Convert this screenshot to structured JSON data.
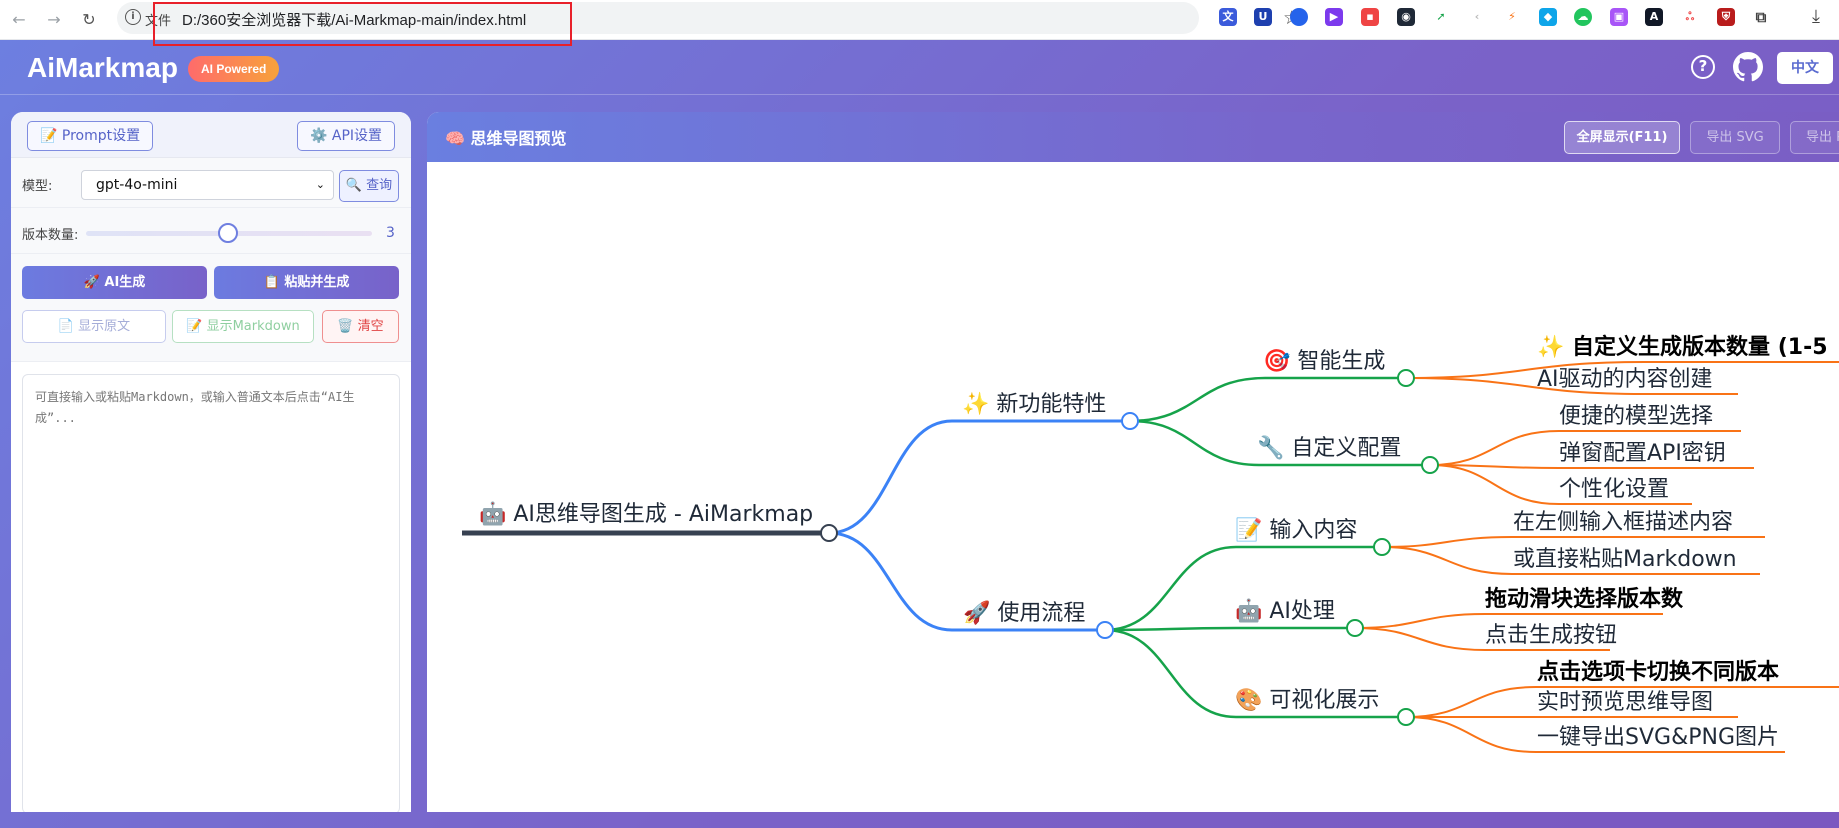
{
  "browser": {
    "nav": {
      "back": "←",
      "forward": "→",
      "reload": "↻"
    },
    "omnibox": {
      "protocol": "文件",
      "url": "D:/360安全浏览器下载/Ai-Markmap-main/index.html"
    },
    "icons": [
      "back-arrow-icon",
      "forward-arrow-icon",
      "reload-icon",
      "info-icon",
      "star-icon",
      "puzzle-icon",
      "download-icon"
    ]
  },
  "header": {
    "logo": "AiMarkmap",
    "badge": "AI Powered",
    "lang_button": "中文",
    "colors": {
      "badge_start": "#ff6b6b",
      "badge_end": "#f7a23a"
    }
  },
  "left_panel": {
    "tabs": {
      "prompt": "📝 Prompt设置",
      "api": "⚙️ API设置"
    },
    "model": {
      "label": "模型:",
      "selected": "gpt-4o-mini",
      "query_button": "🔍 查询"
    },
    "version": {
      "label": "版本数量:",
      "value": "3",
      "max": 5,
      "min": 1
    },
    "buttons": {
      "ai_generate": "🚀 AI生成",
      "paste_generate": "📋 粘贴并生成",
      "show_raw": "📄 显示原文",
      "show_markdown": "📝 显示Markdown",
      "clear": "🗑️ 清空"
    },
    "textarea": {
      "placeholder": "可直接输入或粘贴Markdown，或输入普通文本后点击“AI生成”..."
    }
  },
  "right_panel": {
    "title": "🧠 思维导图预览",
    "buttons": {
      "fullscreen": "全屏显示(F11)",
      "export_svg": "导出 SVG",
      "export_png": "导出 PNG"
    }
  },
  "mindmap": {
    "root": "🤖 AI思维导图生成 - AiMarkmap",
    "branches": [
      {
        "label": "✨ 新功能特性",
        "children": [
          {
            "label": "🎯 智能生成",
            "children": [
              {
                "label": "✨ 自定义生成版本数量 (1-5",
                "bold": true
              },
              {
                "label": "AI驱动的内容创建",
                "bold": false
              }
            ]
          },
          {
            "label": "🔧 自定义配置",
            "children": [
              {
                "label": "便捷的模型选择",
                "bold": false
              },
              {
                "label": "弹窗配置API密钥",
                "bold": false
              },
              {
                "label": "个性化设置",
                "bold": false
              }
            ]
          }
        ]
      },
      {
        "label": "🚀 使用流程",
        "children": [
          {
            "label": "📝 输入内容",
            "children": [
              {
                "label": "在左侧输入框描述内容",
                "bold": false
              },
              {
                "label": "或直接粘贴Markdown",
                "bold": false
              }
            ]
          },
          {
            "label": "🤖 AI处理",
            "children": [
              {
                "label": "拖动滑块选择版本数",
                "bold": true
              },
              {
                "label": "点击生成按钮",
                "bold": false
              }
            ]
          },
          {
            "label": "🎨 可视化展示",
            "children": [
              {
                "label": "点击选项卡切换不同版本",
                "bold": true
              },
              {
                "label": "实时预览思维导图",
                "bold": false
              },
              {
                "label": "一键导出SVG&PNG图片",
                "bold": false
              }
            ]
          }
        ]
      }
    ],
    "colors": {
      "root": "#374151",
      "level1": "#3b82f6",
      "level2": "#16a34a",
      "level3": "#f97316"
    }
  }
}
